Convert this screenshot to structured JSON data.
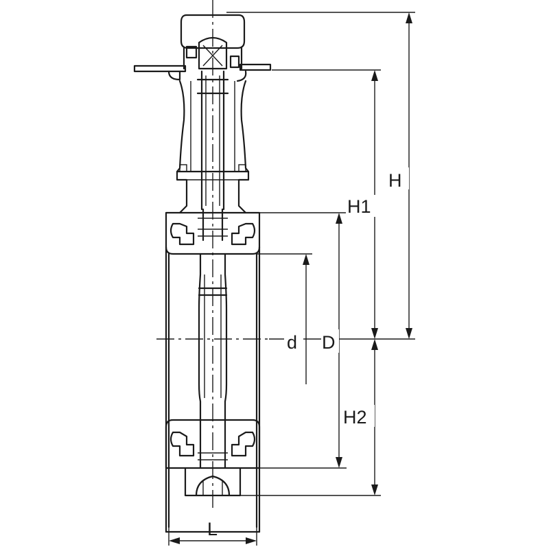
{
  "labels": {
    "H": "H",
    "H1": "H1",
    "H2": "H2",
    "d": "d",
    "D": "D",
    "L": "L"
  },
  "colors": {
    "line": "#1a1a1a",
    "background": "#ffffff"
  }
}
